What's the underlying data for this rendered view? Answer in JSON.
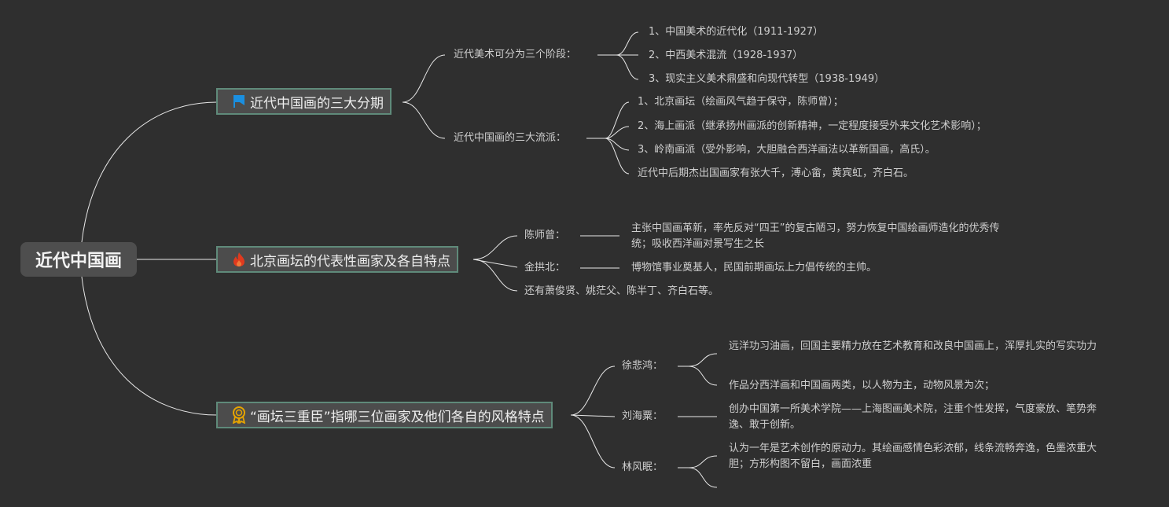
{
  "root": {
    "label": "近代中国画"
  },
  "branches": [
    {
      "label": "近代中国画的三大分期",
      "icon": "blue-flag-icon",
      "children": [
        {
          "label": "近代美术可分为三个阶段：",
          "items": [
            "1、中国美术的近代化（1911-1927）",
            "2、中西美术混流（1928-1937）",
            "3、现实主义美术鼎盛和向现代转型（1938-1949）"
          ]
        },
        {
          "label": "近代中国画的三大流派：",
          "items": [
            "1、北京画坛（绘画风气趋于保守，陈师曾）；",
            "2、海上画派（继承扬州画派的创新精神，一定程度接受外来文化艺术影响）；",
            "3、岭南画派（受外影响，大胆融合西洋画法以革新国画，高氏）。",
            "近代中后期杰出国画家有张大千，溥心畲，黄宾虹，齐白石。"
          ]
        }
      ]
    },
    {
      "label": "北京画坛的代表性画家及各自特点",
      "icon": "red-fire-icon",
      "children": [
        {
          "label": "陈师曾：",
          "items": [
            "主张中国画革新，率先反对“四王”的复古陋习，努力恢复中国绘画师造化的优秀传统；吸收西洋画对景写生之长"
          ]
        },
        {
          "label": "金拱北：",
          "items": [
            "博物馆事业奠基人，民国前期画坛上力倡传统的主帅。"
          ]
        },
        {
          "label": "还有萧俊贤、姚茫父、陈半丁、齐白石等。",
          "items": []
        }
      ]
    },
    {
      "label": "“画坛三重臣”指哪三位画家及他们各自的风格特点",
      "icon": "award-ribbon-icon",
      "children": [
        {
          "label": "徐悲鸿：",
          "items": [
            "远洋功习油画，回国主要精力放在艺术教育和改良中国画上，浑厚扎实的写实功力",
            "作品分西洋画和中国画两类，以人物为主，动物风景为次；"
          ]
        },
        {
          "label": "刘海粟：",
          "items": [
            "创办中国第一所美术学院——上海图画美术院，注重个性发挥，气度豪放、笔势奔逸、敢于创新。"
          ]
        },
        {
          "label": "林风眠：",
          "items": [
            "认为一年是艺术创作的原动力。其绘画感情色彩浓郁，线条流畅奔逸，色墨浓重大胆；方形构图不留白，画面浓重",
            ""
          ]
        }
      ]
    }
  ]
}
